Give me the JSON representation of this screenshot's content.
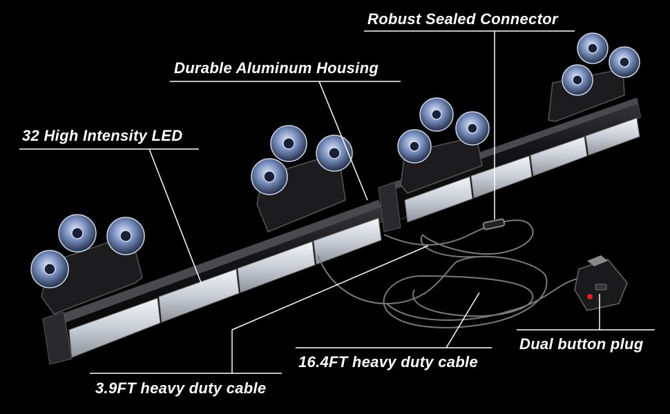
{
  "labels": {
    "connector": "Robust Sealed Connector",
    "housing": "Durable Aluminum Housing",
    "led": "32 High Intensity LED",
    "plug": "Dual button plug",
    "cable_long": "16.4FT heavy duty cable",
    "cable_short": "3.9FT heavy duty cable"
  },
  "colors": {
    "background": "#000000",
    "text": "#ffffff",
    "lens": "#d9dde3",
    "housing": "#1b1b1d",
    "suction_cup": "#5f76a8",
    "plug_indicator": "#e02020"
  }
}
